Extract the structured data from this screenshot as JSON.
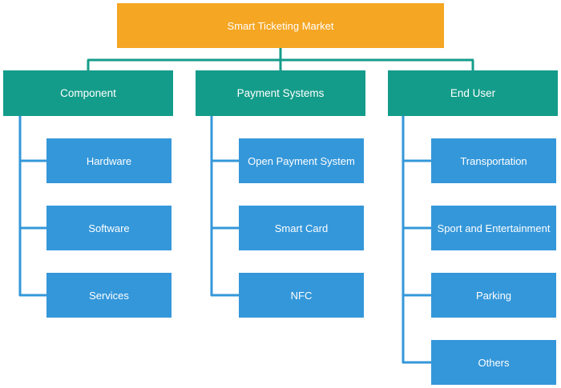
{
  "root": {
    "label": "Smart Ticketing Market"
  },
  "categories": [
    {
      "label": "Component",
      "items": [
        "Hardware",
        "Software",
        "Services"
      ]
    },
    {
      "label": "Payment Systems",
      "items": [
        "Open Payment System",
        "Smart Card",
        "NFC"
      ]
    },
    {
      "label": "End User",
      "items": [
        "Transportation",
        "Sport and Entertainment",
        "Parking",
        "Others"
      ]
    }
  ],
  "colors": {
    "root": "#F5A623",
    "category": "#149C8A",
    "item": "#3497DA",
    "text": "#FFFFFF"
  }
}
